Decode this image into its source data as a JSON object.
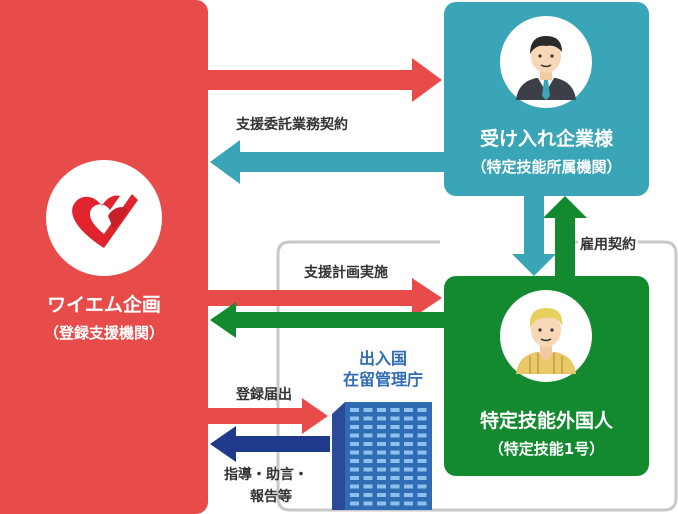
{
  "agency": {
    "name": "ワイエム企画",
    "role": "（登録支援機関）"
  },
  "company": {
    "name": "受け入れ企業様",
    "role": "（特定技能所属機関）"
  },
  "worker": {
    "name": "特定技能外国人",
    "role": "（特定技能1号）"
  },
  "immigration": {
    "line1": "出入国",
    "line2": "在留管理庁"
  },
  "labels": {
    "support_contract": "支援委託業務契約",
    "support_plan": "支援計画実施",
    "employment_contract": "雇用契約",
    "registration": "登録届出",
    "guidance_line1": "指導・助言・",
    "guidance_line2": "報告等"
  },
  "icons": {
    "logo": "heart-check-logo",
    "company_person": "businessman-avatar-icon",
    "worker_person": "foreign-worker-avatar-icon",
    "building": "office-building-icon"
  },
  "colors": {
    "agency_red": "#e84c4a",
    "company_teal": "#3aa5b6",
    "worker_green": "#138a2f",
    "immigration_blue": "#2f6cb3",
    "guidance_navy": "#203a8b"
  }
}
